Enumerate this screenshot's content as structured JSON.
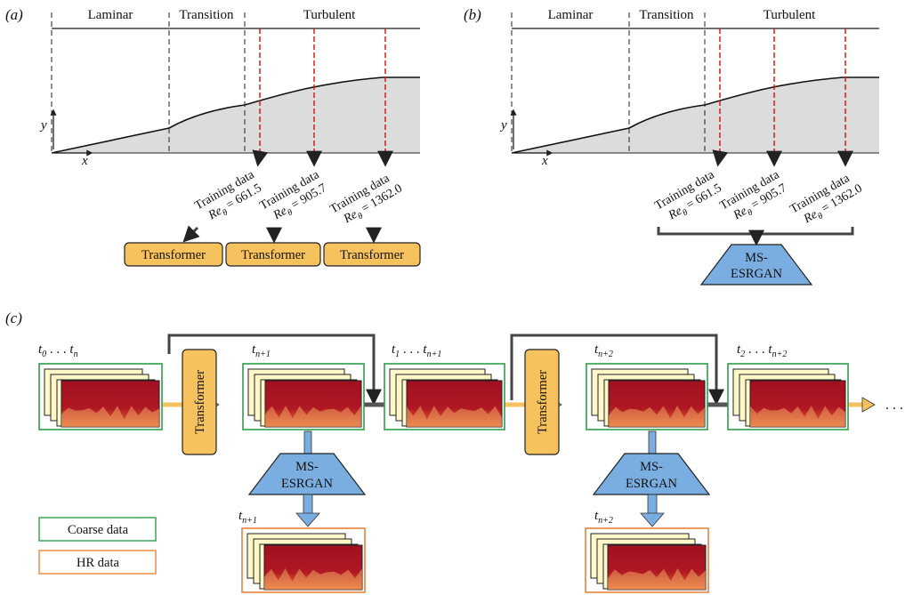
{
  "panel_a": {
    "label": "(a)",
    "regions": {
      "laminar": "Laminar",
      "transition": "Transition",
      "turbulent": "Turbulent"
    },
    "axes": {
      "y": "y",
      "x": "x"
    },
    "training": [
      {
        "text": "Training data",
        "re_value": "661.5"
      },
      {
        "text": "Training data",
        "re_value": "905.7"
      },
      {
        "text": "Training data",
        "re_value": "1362.0"
      }
    ],
    "models": [
      "Transformer",
      "Transformer",
      "Transformer"
    ]
  },
  "panel_b": {
    "label": "(b)",
    "regions": {
      "laminar": "Laminar",
      "transition": "Transition",
      "turbulent": "Turbulent"
    },
    "axes": {
      "y": "y",
      "x": "x"
    },
    "training": [
      {
        "text": "Training data",
        "re_value": "661.5"
      },
      {
        "text": "Training data",
        "re_value": "905.7"
      },
      {
        "text": "Training data",
        "re_value": "1362.0"
      }
    ],
    "model": {
      "line1": "MS-",
      "line2": "ESRGAN"
    }
  },
  "panel_c": {
    "label": "(c)",
    "frame_labels": [
      {
        "t": "t",
        "sub": "0",
        "dots": " . . . ",
        "t2": "t",
        "sub2": "n"
      },
      {
        "t": "t",
        "sub": "n+1"
      },
      {
        "t": "t",
        "sub": "1",
        "dots": " . . . ",
        "t2": "t",
        "sub2": "n+1"
      },
      {
        "t": "t",
        "sub": "n+2"
      },
      {
        "t": "t",
        "sub": "2",
        "dots": " . . . ",
        "t2": "t",
        "sub2": "n+2"
      }
    ],
    "hr_labels": [
      {
        "t": "t",
        "sub": "n+1"
      },
      {
        "t": "t",
        "sub": "n+2"
      }
    ],
    "transformer": "Transformer",
    "esrgan": {
      "line1": "MS-",
      "line2": "ESRGAN"
    },
    "ellipsis": ". . .",
    "legend": {
      "coarse": "Coarse data",
      "hr": "HR data"
    },
    "colors": {
      "coarse": "#2e9e4a",
      "hr": "#e8823c",
      "transformer": "#f6c25e",
      "esrgan": "#7aaee0",
      "field": "#a01020"
    }
  },
  "re_symbol": "Re",
  "theta": "θ"
}
